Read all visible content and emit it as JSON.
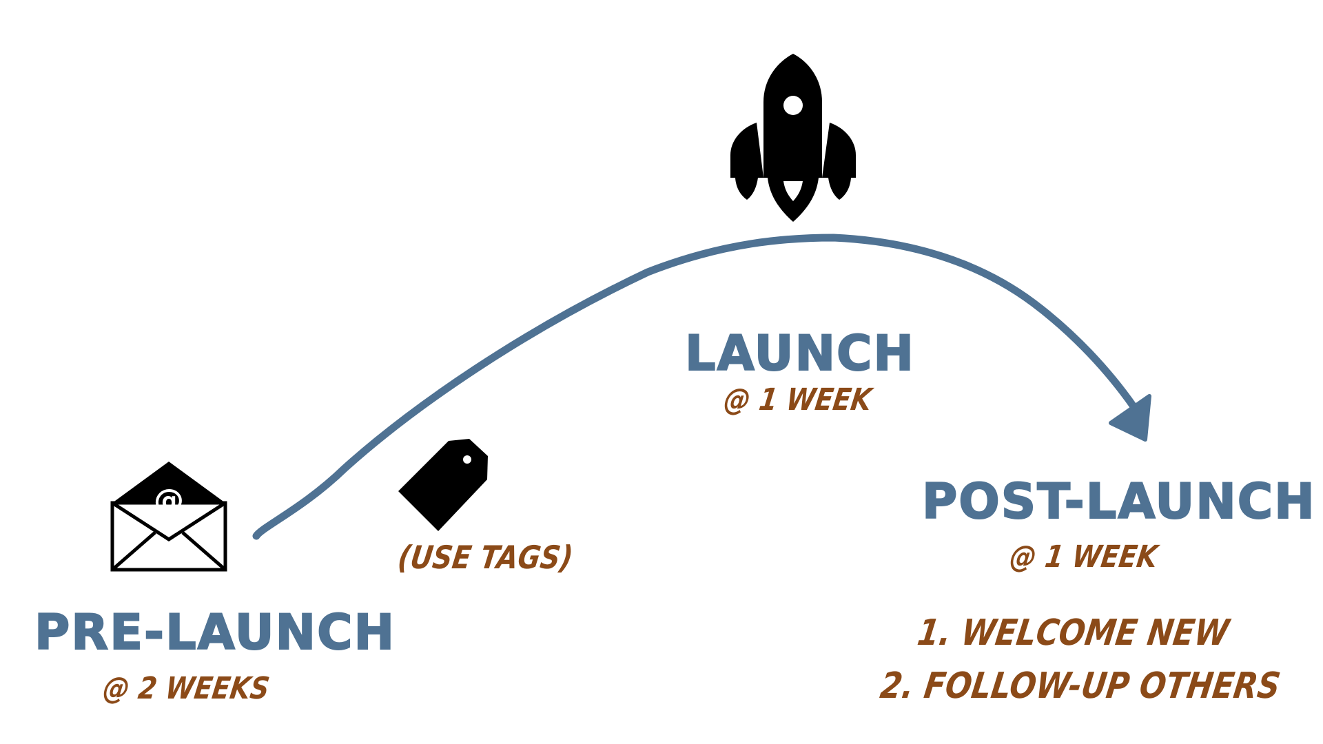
{
  "colors": {
    "heading": "#4f7293",
    "note": "#8b4a18",
    "icon": "#000000",
    "arc": "#4f7293"
  },
  "icons": {
    "email": "envelope-at-icon",
    "tag": "price-tag-icon",
    "rocket": "rocket-icon",
    "arrow": "curved-arrow"
  },
  "stages": {
    "pre_launch": {
      "title": "PRE-LAUNCH",
      "timing": "@ 2 WEEKS"
    },
    "launch": {
      "title": "LAUNCH",
      "timing": "@ 1 WEEK"
    },
    "post_launch": {
      "title": "POST-LAUNCH",
      "timing": "@ 1 WEEK",
      "steps": [
        "1. WELCOME NEW",
        "2. FOLLOW-UP OTHERS"
      ]
    }
  },
  "tags_note": "(USE TAGS)",
  "envelope_symbol": "@"
}
